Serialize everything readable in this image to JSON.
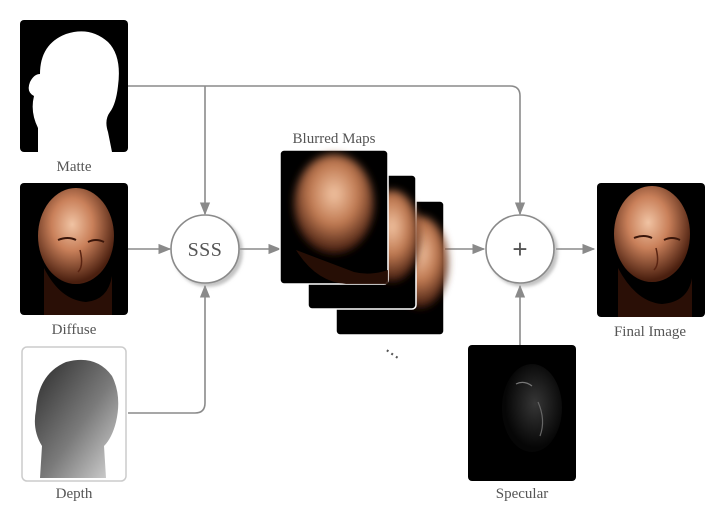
{
  "labels": {
    "matte": "Matte",
    "diffuse": "Diffuse",
    "depth": "Depth",
    "blurred_maps": "Blurred Maps",
    "final_image": "Final Image",
    "specular": "Specular"
  },
  "nodes": {
    "sss": "SSS",
    "plus": "+"
  },
  "ellipsis": "...",
  "colors": {
    "frame": "#000000",
    "skin_light": "#d99b7a",
    "skin_dark": "#7a3b22",
    "wire": "#8a8a8a",
    "label": "#555555"
  }
}
